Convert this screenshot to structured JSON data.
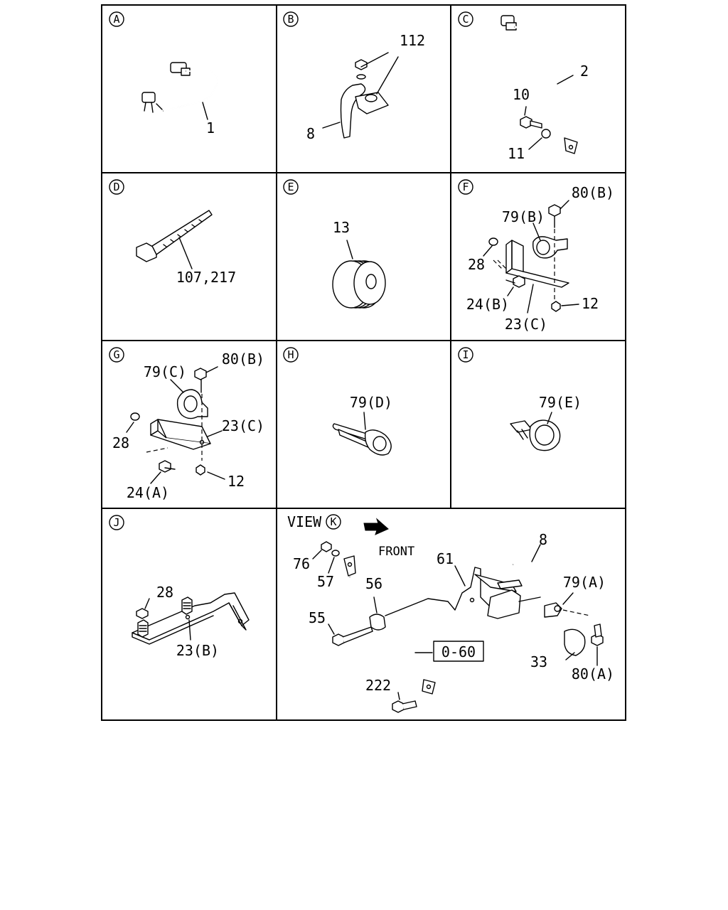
{
  "panels": [
    {
      "id": "A",
      "letter": "A",
      "labels": {
        "l1": "1"
      }
    },
    {
      "id": "B",
      "letter": "B",
      "labels": {
        "l112": "112",
        "l8": "8"
      }
    },
    {
      "id": "C",
      "letter": "C",
      "labels": {
        "l2": "2",
        "l10": "10",
        "l11": "11"
      }
    },
    {
      "id": "D",
      "letter": "D",
      "labels": {
        "l107": "107,217"
      }
    },
    {
      "id": "E",
      "letter": "E",
      "labels": {
        "l13": "13"
      }
    },
    {
      "id": "F",
      "letter": "F",
      "labels": {
        "l80b": "80(B)",
        "l79b": "79(B)",
        "l28": "28",
        "l24b": "24(B)",
        "l12": "12",
        "l23c": "23(C)"
      }
    },
    {
      "id": "G",
      "letter": "G",
      "labels": {
        "l79c": "79(C)",
        "l80b": "80(B)",
        "l23c": "23(C)",
        "l28": "28",
        "l12": "12",
        "l24a": "24(A)"
      }
    },
    {
      "id": "H",
      "letter": "H",
      "labels": {
        "l79d": "79(D)"
      }
    },
    {
      "id": "I",
      "letter": "I",
      "labels": {
        "l79e": "79(E)"
      }
    },
    {
      "id": "J",
      "letter": "J",
      "labels": {
        "l28": "28",
        "l23b": "23(B)"
      }
    },
    {
      "id": "K",
      "letter": "K",
      "view_text": "VIEW",
      "front_text": "FRONT",
      "labels": {
        "l8": "8",
        "l61": "61",
        "l76": "76",
        "l57": "57",
        "l56": "56",
        "l79a": "79(A)",
        "l55": "55",
        "l060": "0-60",
        "l33": "33",
        "l80a": "80(A)",
        "l222": "222"
      }
    }
  ]
}
